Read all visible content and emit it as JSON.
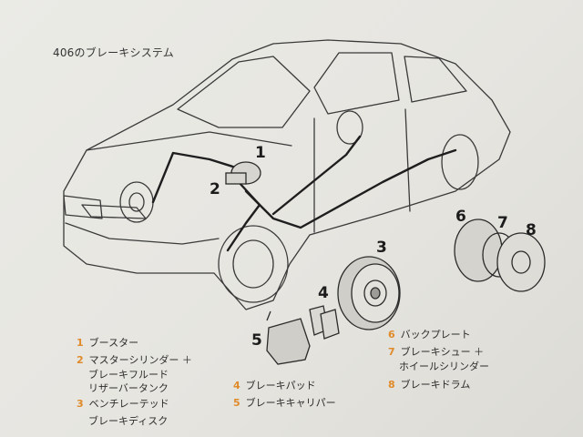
{
  "title": "406のブレーキシステム",
  "callouts": [
    "1",
    "2",
    "3",
    "4",
    "5",
    "6",
    "7",
    "8"
  ],
  "legend": [
    {
      "num": "1",
      "lines": [
        "ブースター"
      ]
    },
    {
      "num": "2",
      "lines": [
        "マスターシリンダー ＋",
        "ブレーキフルード",
        "リザーバータンク"
      ]
    },
    {
      "num": "3",
      "lines": [
        "ベンチレーテッド",
        "ブレーキディスク"
      ]
    },
    {
      "num": "4",
      "lines": [
        "ブレーキパッド"
      ]
    },
    {
      "num": "5",
      "lines": [
        "ブレーキキャリパー"
      ]
    },
    {
      "num": "6",
      "lines": [
        "バックプレート"
      ]
    },
    {
      "num": "7",
      "lines": [
        "ブレーキシュー ＋",
        "ホイールシリンダー"
      ]
    },
    {
      "num": "8",
      "lines": [
        "ブレーキドラム"
      ]
    }
  ],
  "colors": {
    "legend_number": "#e08a2a",
    "line_art": "#2b2b2b",
    "background": "#e7e6e1"
  }
}
